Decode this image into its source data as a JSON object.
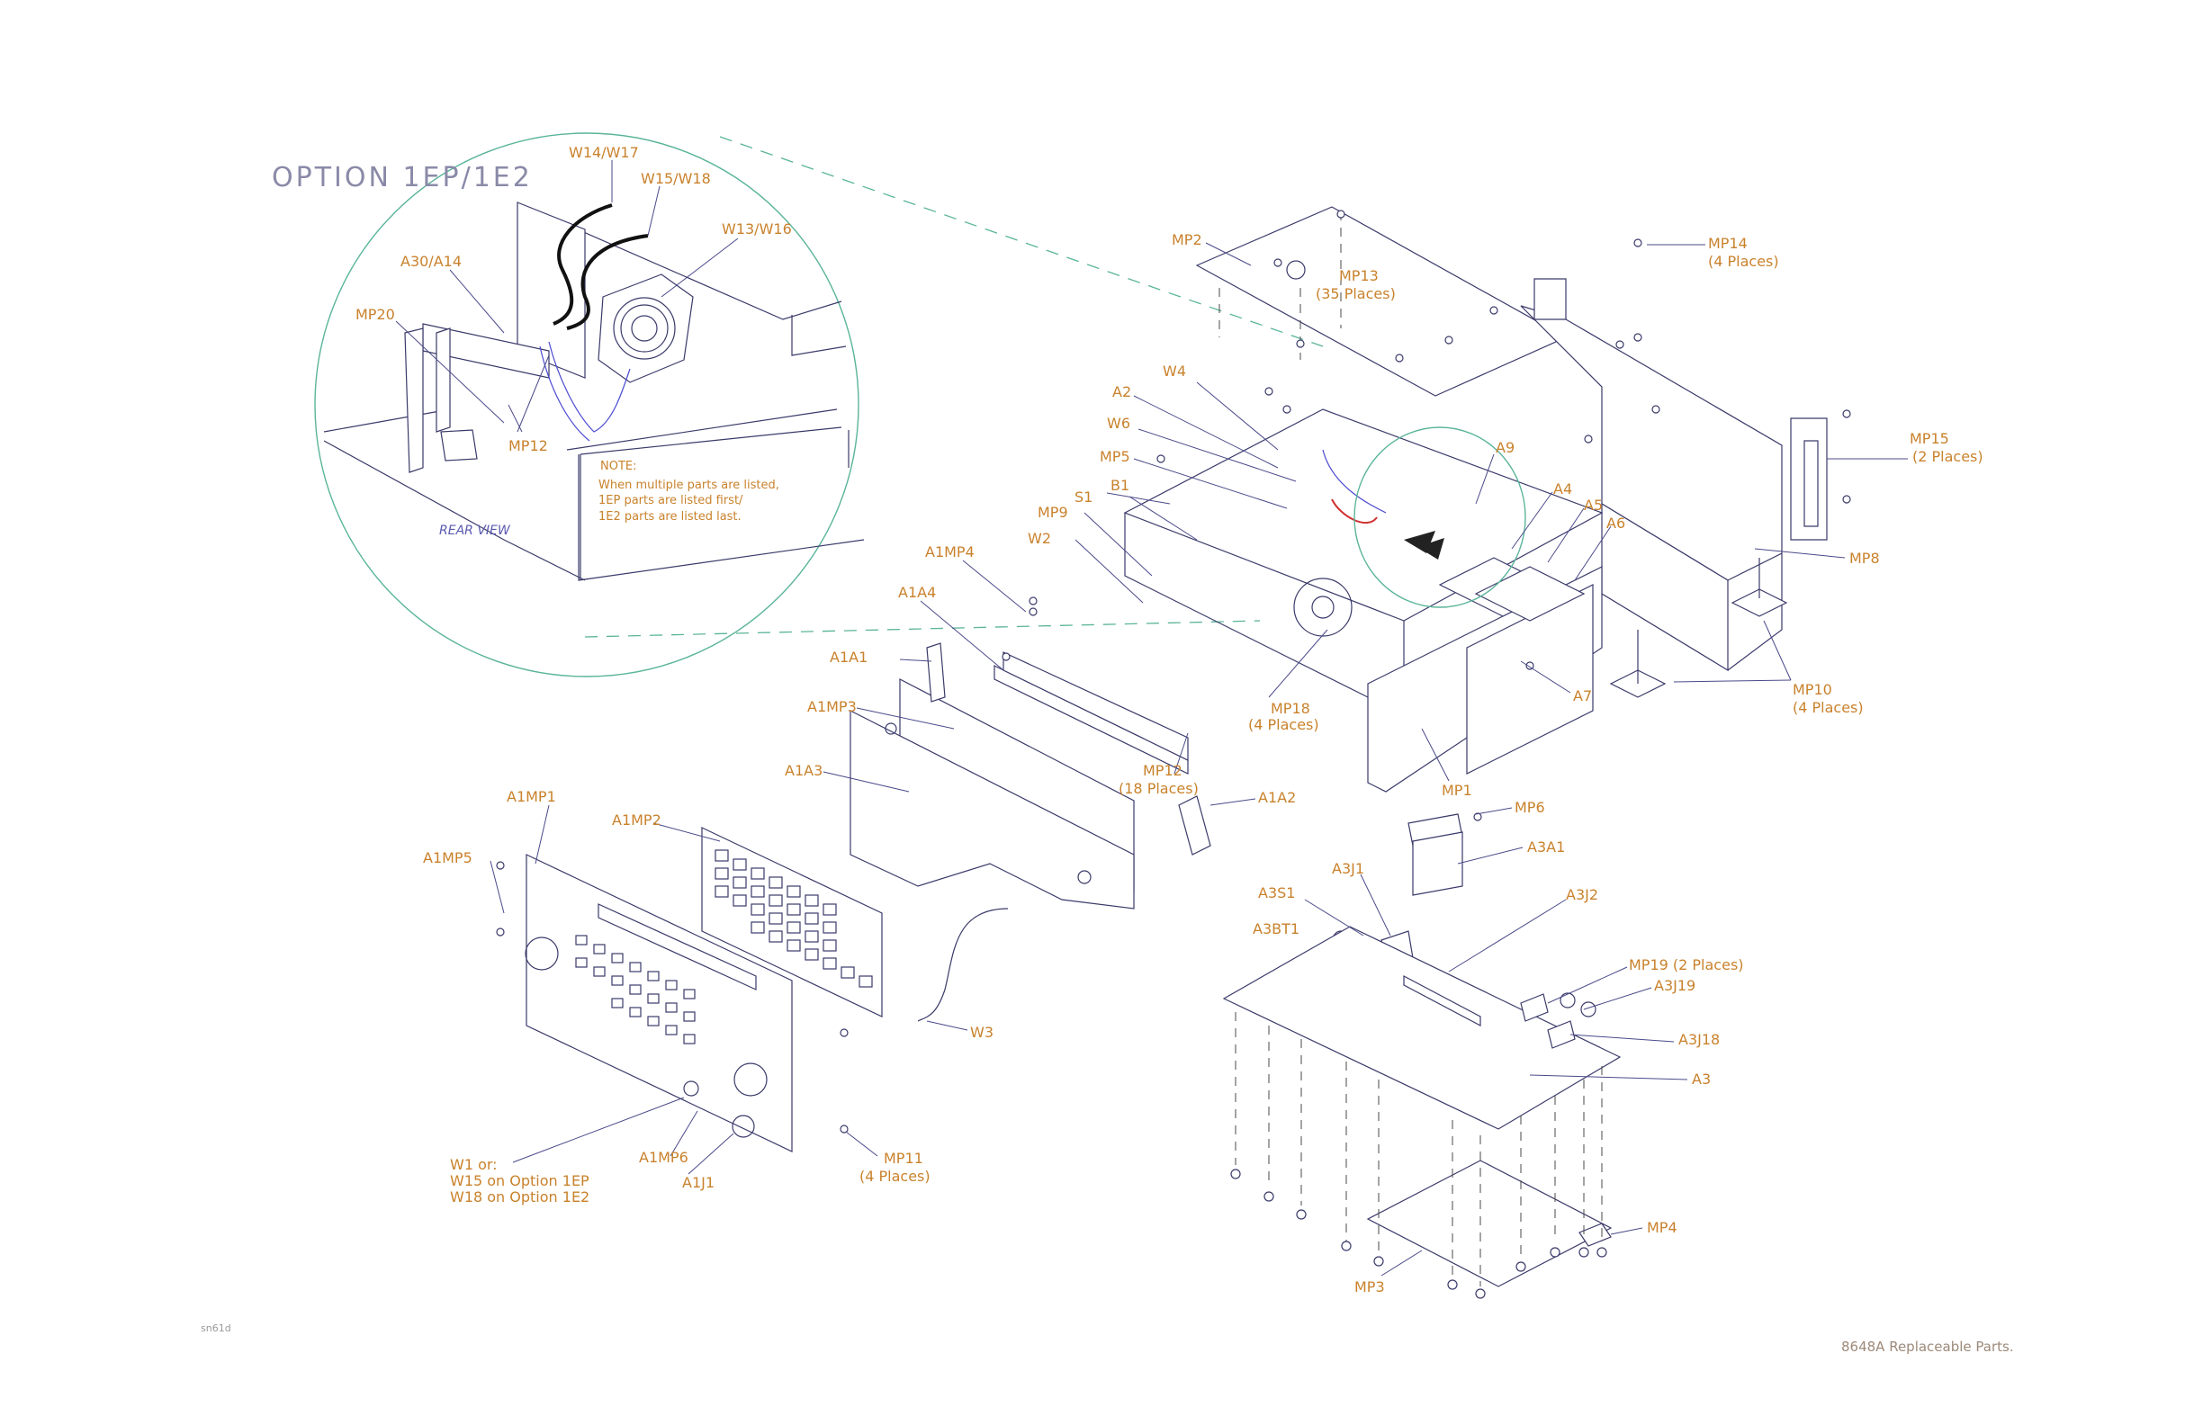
{
  "inset": {
    "title": "OPTION 1EP/1E2",
    "rear_view": "REAR VIEW",
    "note_title": "NOTE:",
    "note_lines": [
      "When multiple parts are listed,",
      "1EP parts are listed first/",
      "1E2 parts are listed last."
    ],
    "labels": {
      "w14_w17": "W14/W17",
      "w15_w18": "W15/W18",
      "w13_w16": "W13/W16",
      "a30_a14": "A30/A14",
      "mp20": "MP20",
      "mp12": "MP12"
    }
  },
  "labels": {
    "mp2": "MP2",
    "mp14": "MP14",
    "mp14_places": "(4 Places)",
    "mp13": "MP13",
    "mp13_places": "(35 Places)",
    "w4": "W4",
    "a2": "A2",
    "w6": "W6",
    "mp5": "MP5",
    "s1": "S1",
    "b1": "B1",
    "mp9": "MP9",
    "w2": "W2",
    "a1mp4": "A1MP4",
    "a1a4": "A1A4",
    "a9": "A9",
    "a4": "A4",
    "a5": "A5",
    "a6": "A6",
    "mp15": "MP15",
    "mp15_places": "(2 Places)",
    "mp8": "MP8",
    "mp10": "MP10",
    "mp10_places": "(4 Places)",
    "a7": "A7",
    "mp18": "MP18",
    "mp18_places": "(4 Places)",
    "mp1": "MP1",
    "a1a1": "A1A1",
    "a1mp3": "A1MP3",
    "mp12_main": "MP12",
    "mp12_places": "(18 Places)",
    "a1a2": "A1A2",
    "a1a3": "A1A3",
    "a1mp1": "A1MP1",
    "a1mp2": "A1MP2",
    "a1mp5": "A1MP5",
    "mp6": "MP6",
    "a3a1": "A3A1",
    "a3j1": "A3J1",
    "a3s1": "A3S1",
    "a3j2": "A3J2",
    "a3bt1": "A3BT1",
    "mp19": "MP19 (2 Places)",
    "a3j19": "A3J19",
    "a3j18": "A3J18",
    "a3": "A3",
    "w3": "W3",
    "w1_line1": "W1 or:",
    "w1_line2": "W15 on Option 1EP",
    "w1_line3": "W18 on Option 1E2",
    "a1mp6": "A1MP6",
    "a1j1": "A1J1",
    "mp11": "MP11",
    "mp11_places": "(4 Places)",
    "mp4": "MP4",
    "mp3": "MP3"
  },
  "footer": {
    "code": "sn61d",
    "caption": "8648A Replaceable Parts."
  },
  "colors": {
    "label": "#c9822c",
    "line": "#3a3a6a",
    "inset_circle": "#5ab49a"
  }
}
